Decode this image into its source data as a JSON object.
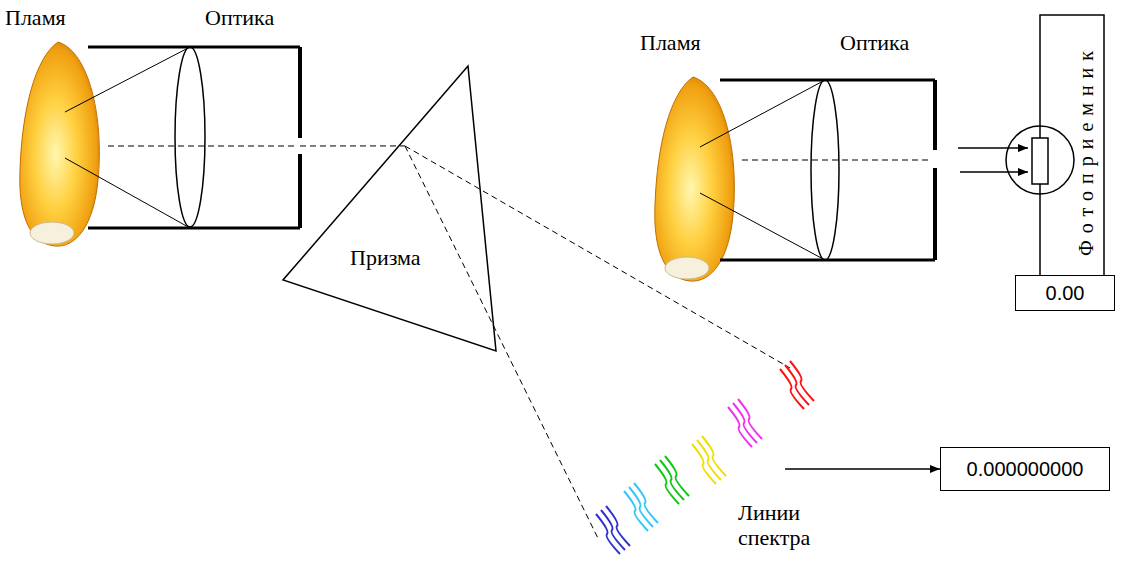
{
  "diagram": {
    "nodes": [
      {
        "text": [
          "Пламя"
        ]
      },
      {
        "text": [
          "Оптика"
        ]
      },
      {
        "text": [
          "Пламя"
        ]
      },
      {
        "text": [
          "Оптика"
        ]
      },
      {
        "text": [
          "Фотоприемник"
        ]
      },
      {
        "text": [
          "Призма"
        ]
      },
      {
        "text": [
          "0.00"
        ]
      },
      {
        "text": [
          "Линии спектра"
        ]
      },
      {
        "text": [
          "0.000000000"
        ]
      }
    ],
    "edges": [
      {
        "from": 1,
        "to": 5,
        "arrow": "none"
      },
      {
        "from": 5,
        "to": 7,
        "arrow": "none"
      },
      {
        "from": 7,
        "to": 8,
        "arrow": "to"
      },
      {
        "from": 3,
        "to": 4,
        "arrow": "to"
      },
      {
        "from": 4,
        "to": 6,
        "arrow": "none"
      }
    ]
  }
}
